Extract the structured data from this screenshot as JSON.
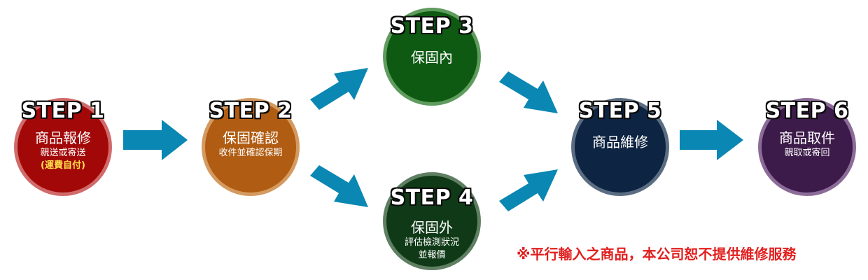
{
  "steps": [
    {
      "label": "STEP 1",
      "title": "商品報修",
      "sub": "親送或寄送",
      "note": "(運費自付)"
    },
    {
      "label": "STEP 2",
      "title": "保固確認",
      "sub": "收件並確認保期"
    },
    {
      "label": "STEP 3",
      "title": "保固內"
    },
    {
      "label": "STEP 4",
      "title": "保固外",
      "sub": "評估檢測狀況",
      "sub2": "並報價"
    },
    {
      "label": "STEP 5",
      "title": "商品維修"
    },
    {
      "label": "STEP 6",
      "title": "商品取件",
      "sub": "親取或寄回"
    }
  ],
  "notice": "※平行輸入之商品，本公司恕不提供維修服務",
  "colors": {
    "arrow": "#0a87b2",
    "step1": "#a30808",
    "step2": "#b05c12",
    "step3": "#0e5a12",
    "step4": "#103a17",
    "step5": "#0d2442",
    "step6": "#3c1a49",
    "notice": "#e0201f",
    "note": "#ffe04a"
  }
}
